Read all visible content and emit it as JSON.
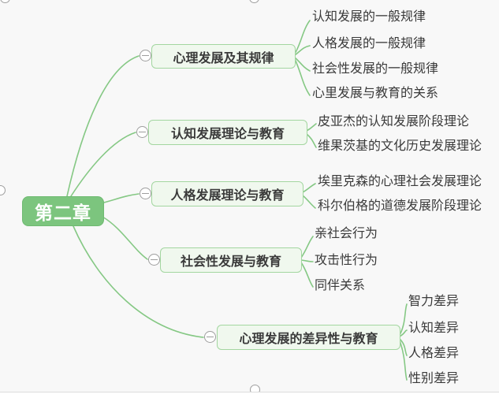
{
  "mindmap": {
    "root": {
      "label": "第二章"
    },
    "branches": [
      {
        "label": "心理发展及其规律",
        "children": [
          "认知发展的一般规律",
          "人格发展的一般规律",
          "社会性发展的一般规律",
          "心里发展与教育的关系"
        ]
      },
      {
        "label": "认知发展理论与教育",
        "children": [
          "皮亚杰的认知发展阶段理论",
          "维果茨基的文化历史发展理论"
        ]
      },
      {
        "label": "人格发展理论与教育",
        "children": [
          "埃里克森的心理社会发展理论",
          "科尔伯格的道德发展阶段理论"
        ]
      },
      {
        "label": "社会性发展与教育",
        "children": [
          "亲社会行为",
          "攻击性行为",
          "同伴关系"
        ]
      },
      {
        "label": "心理发展的差异性与教育",
        "children": [
          "智力差异",
          "认知差异",
          "人格差异",
          "性别差异"
        ]
      }
    ],
    "icons": {
      "collapse": "minus-circle-icon"
    },
    "colors": {
      "background": "#f8f8f8",
      "root_fill": "#7cc57e",
      "root_text": "#ffffff",
      "branch_fill": "#f0f8ee",
      "branch_border": "#a3d6a0",
      "connector": "#85c884",
      "text": "#3a3a3a",
      "handle_border": "#9e9e9e"
    }
  }
}
